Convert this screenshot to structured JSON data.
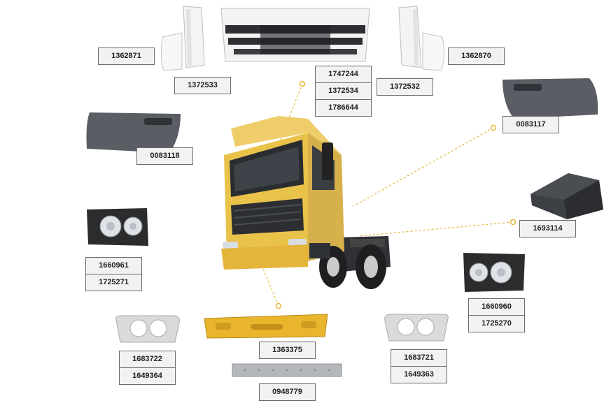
{
  "part_numbers": {
    "mirror_left": "1362871",
    "mirror_left_lower": "1372533",
    "grille": [
      "1747244",
      "1372534",
      "1786644"
    ],
    "mirror_right_lower": "1372532",
    "mirror_right": "1362870",
    "door_panel_right": "0083117",
    "door_panel_left": "0083118",
    "step_cover": "1693114",
    "headlamp_left": [
      "1660961",
      "1725271"
    ],
    "headlamp_right": [
      "1660960",
      "1725270"
    ],
    "bezel_left": [
      "1683722",
      "1649364"
    ],
    "bumper": "1363375",
    "bumper_strip": "0948779",
    "bezel_right": [
      "1683721",
      "1649363"
    ]
  },
  "colors": {
    "truck_yellow": "#e9c24a",
    "bumper_yellow": "#e8b52c",
    "panel_grey": "#55595f",
    "leader_line": "#e2b83a"
  }
}
